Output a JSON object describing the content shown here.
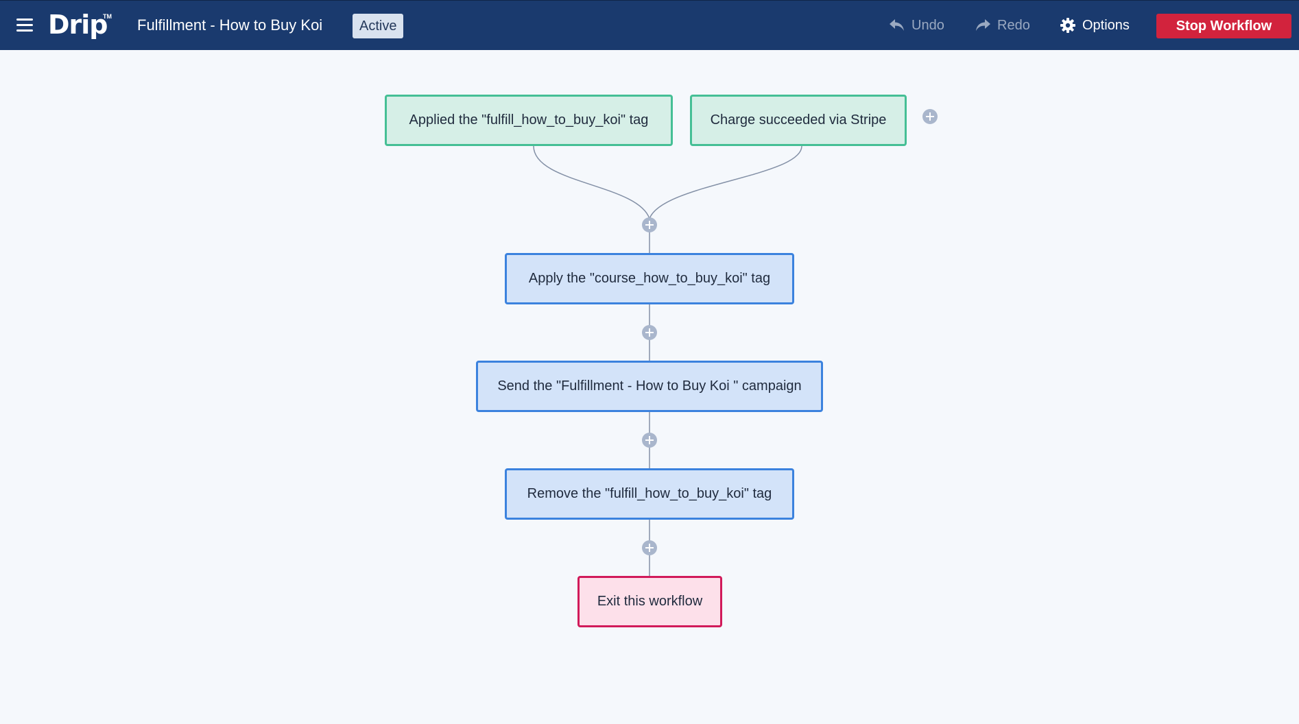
{
  "header": {
    "logo_text": "Drip",
    "logo_tm": "TM",
    "workflow_title": "Fulfillment - How to Buy Koi",
    "status": "Active",
    "undo_label": "Undo",
    "redo_label": "Redo",
    "options_label": "Options",
    "stop_label": "Stop Workflow"
  },
  "workflow": {
    "triggers": [
      {
        "label": "Applied the \"fulfill_how_to_buy_koi\" tag"
      },
      {
        "label": "Charge succeeded via Stripe"
      }
    ],
    "actions": [
      {
        "label": "Apply the \"course_how_to_buy_koi\" tag"
      },
      {
        "label": "Send the \"Fulfillment - How to Buy Koi \" campaign"
      },
      {
        "label": "Remove the \"fulfill_how_to_buy_koi\" tag"
      }
    ],
    "exit": {
      "label": "Exit this workflow"
    }
  },
  "colors": {
    "topbar": "#1a3a6e",
    "canvas": "#f5f8fc",
    "trigger_fill": "#d6efe7",
    "trigger_border": "#45bf95",
    "action_fill": "#d3e3f9",
    "action_border": "#3b82de",
    "exit_fill": "#fde0ea",
    "exit_border": "#d11a5a",
    "stop_button": "#d2233d",
    "add_step": "#a9b6cc"
  },
  "icons": {
    "menu": "hamburger-icon",
    "undo": "undo-arrow-icon",
    "redo": "redo-arrow-icon",
    "options": "gear-icon",
    "add": "plus-circle-icon"
  }
}
